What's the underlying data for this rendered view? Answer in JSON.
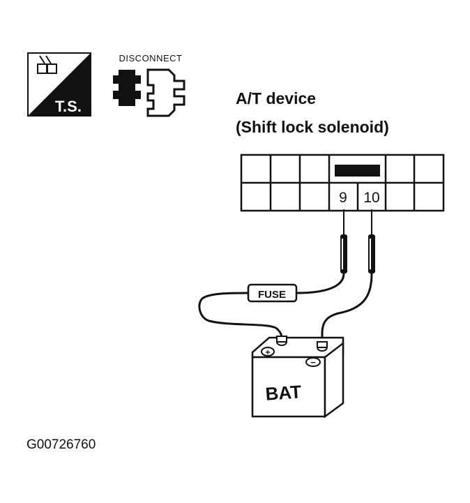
{
  "icons": {
    "ts_label": "T.S.",
    "disconnect_label": "DISCONNECT"
  },
  "device": {
    "title_line1": "A/T device",
    "title_line2": "(Shift lock solenoid)"
  },
  "connector": {
    "terminals": [
      "9",
      "10"
    ]
  },
  "fuse_label": "FUSE",
  "battery": {
    "label": "BAT",
    "positive_symbol": "+",
    "negative_symbol": "−"
  },
  "figure_id": "G00726760"
}
